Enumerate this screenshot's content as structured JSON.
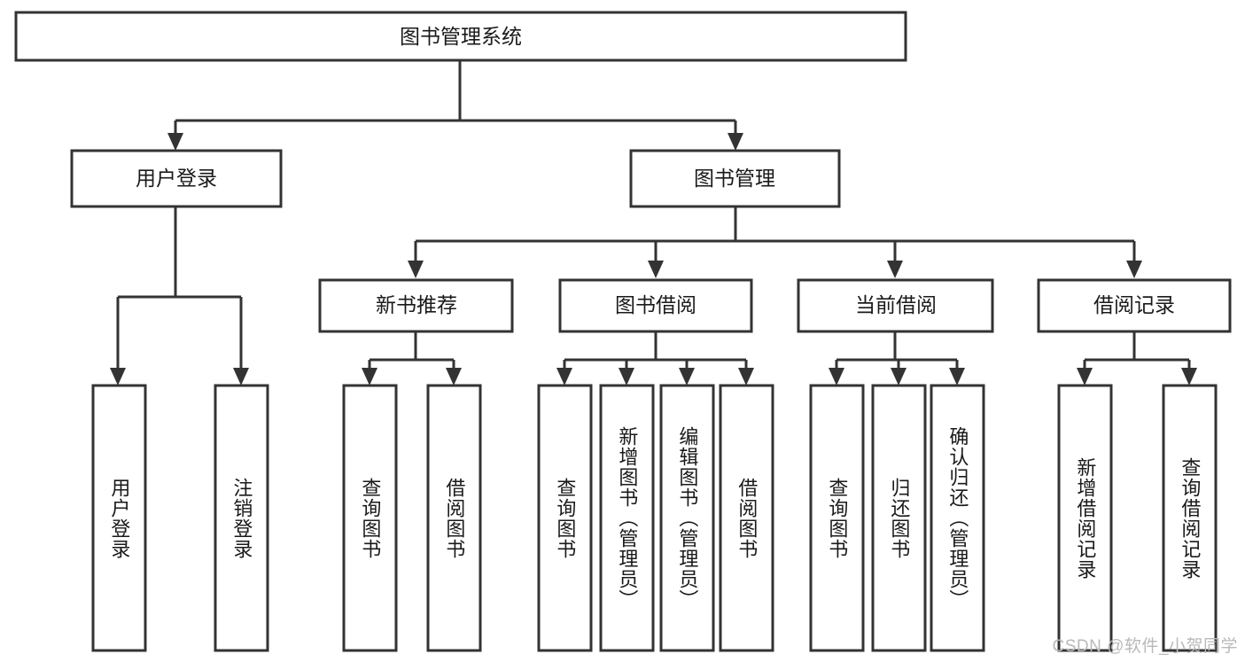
{
  "diagram": {
    "title": "图书管理系统",
    "type": "tree-hierarchy-diagram",
    "orientation": "top-down",
    "colors": {
      "box_stroke": "#333333",
      "box_fill": "#ffffff",
      "connector": "#333333",
      "text": "#1a1a1a",
      "background": "#ffffff",
      "watermark": "#b9b9b9"
    },
    "root": {
      "label": "图书管理系统",
      "orient": "horizontal"
    },
    "level2": [
      {
        "label": "用户登录",
        "orient": "horizontal"
      },
      {
        "label": "图书管理",
        "orient": "horizontal"
      }
    ],
    "level3": [
      {
        "label": "新书推荐",
        "orient": "horizontal"
      },
      {
        "label": "图书借阅",
        "orient": "horizontal"
      },
      {
        "label": "当前借阅",
        "orient": "horizontal"
      },
      {
        "label": "借阅记录",
        "orient": "horizontal"
      }
    ],
    "leaves": {
      "user_login": [
        {
          "label": "用户登录",
          "orient": "vertical"
        },
        {
          "label": "注销登录",
          "orient": "vertical"
        }
      ],
      "new_book_recommend": [
        {
          "label": "查询图书",
          "orient": "vertical"
        },
        {
          "label": "借阅图书",
          "orient": "vertical"
        }
      ],
      "book_borrow": [
        {
          "label": "查询图书",
          "orient": "vertical"
        },
        {
          "label": "新增图书（管理员）",
          "orient": "vertical"
        },
        {
          "label": "编辑图书（管理员）",
          "orient": "vertical"
        },
        {
          "label": "借阅图书",
          "orient": "vertical"
        }
      ],
      "current_borrow": [
        {
          "label": "查询图书",
          "orient": "vertical"
        },
        {
          "label": "归还图书",
          "orient": "vertical"
        },
        {
          "label": "确认归还（管理员）",
          "orient": "vertical"
        }
      ],
      "borrow_record": [
        {
          "label": "新增借阅记录",
          "orient": "vertical"
        },
        {
          "label": "查询借阅记录",
          "orient": "vertical"
        }
      ]
    }
  },
  "watermark": {
    "text": "CSDN @软件_小贺同学"
  }
}
